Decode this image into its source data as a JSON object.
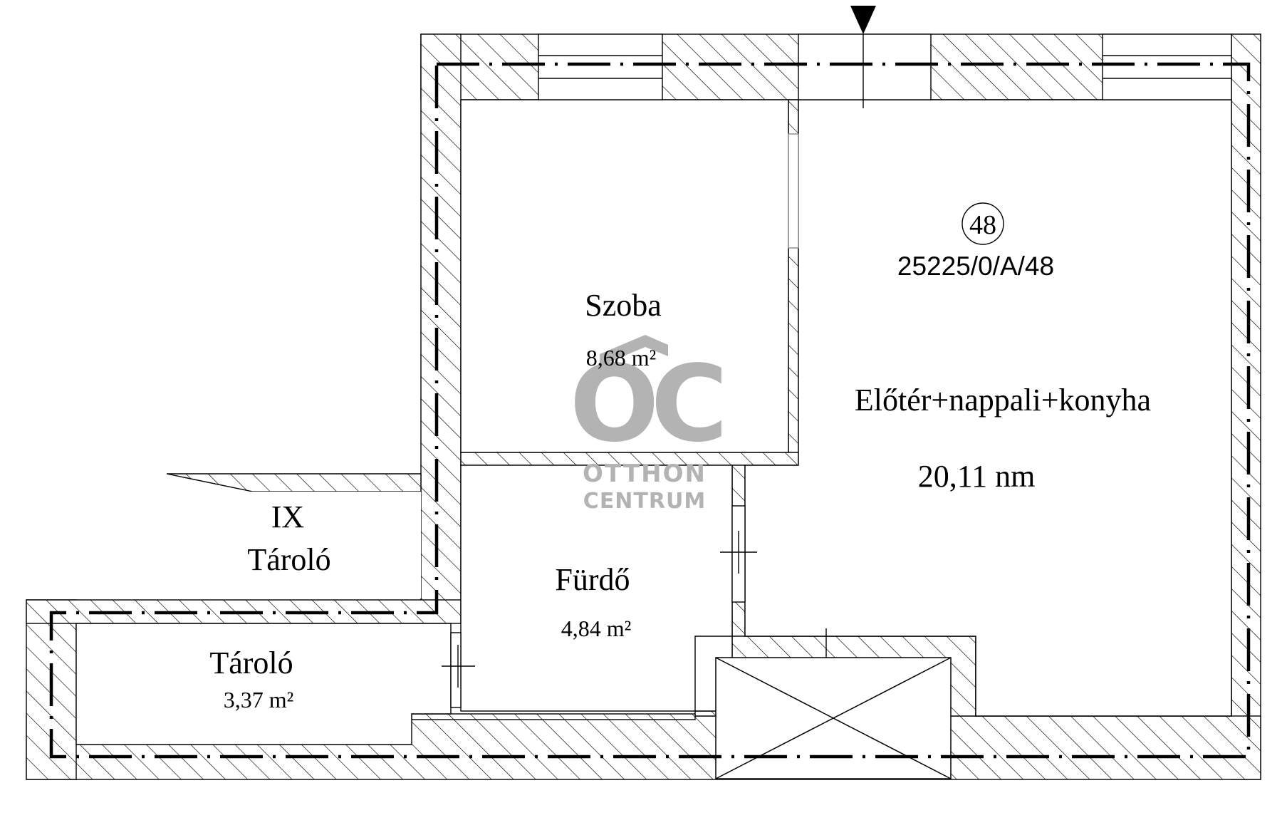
{
  "unit": {
    "number": "48",
    "reference": "25225/0/A/48"
  },
  "rooms": {
    "szoba": {
      "name": "Szoba",
      "area": "8,68 m²"
    },
    "nappali": {
      "name": "Előtér+nappali+konyha",
      "area": "20,11 nm"
    },
    "furdo": {
      "name": "Fürdő",
      "area": "4,84 m²"
    },
    "tarolo": {
      "name": "Tároló",
      "area": "3,37 m²"
    },
    "tarolo_ix": {
      "number": "IX",
      "name": "Tároló"
    }
  },
  "watermark": {
    "logo": "OC",
    "line1": "OTTHON",
    "line2": "CENTRUM"
  },
  "colors": {
    "lines": "#000000",
    "watermark": "#b3b3b3",
    "background": "#ffffff"
  },
  "icons": {
    "section_marker": "triangle-down-icon",
    "shaft": "crossed-box-icon"
  }
}
